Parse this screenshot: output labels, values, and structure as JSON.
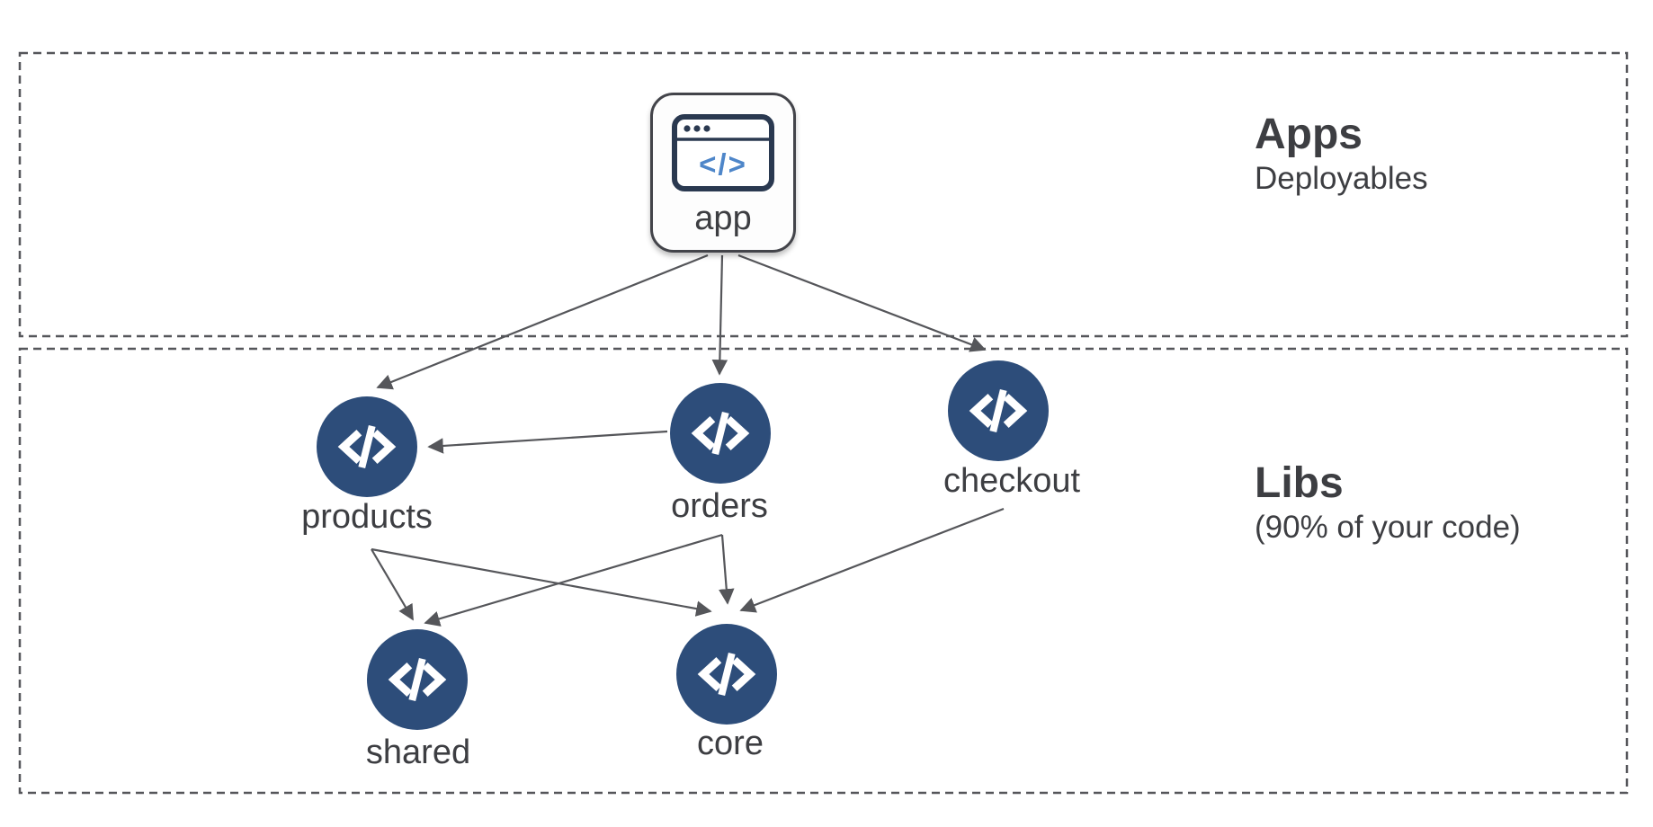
{
  "diagram": {
    "sections": {
      "apps": {
        "title": "Apps",
        "subtitle": "Deployables"
      },
      "libs": {
        "title": "Libs",
        "subtitle": "(90% of your code)"
      }
    },
    "app_node": {
      "label": "app",
      "icon": "browser-code-icon",
      "icon_text": "</>"
    },
    "nodes": [
      {
        "id": "products",
        "label": "products",
        "icon": "code-icon"
      },
      {
        "id": "orders",
        "label": "orders",
        "icon": "code-icon"
      },
      {
        "id": "checkout",
        "label": "checkout",
        "icon": "code-icon"
      },
      {
        "id": "shared",
        "label": "shared",
        "icon": "code-icon"
      },
      {
        "id": "core",
        "label": "core",
        "icon": "code-icon"
      }
    ],
    "edges": [
      {
        "from": "app",
        "to": "products",
        "points": [
          787,
          284,
          420,
          431
        ]
      },
      {
        "from": "app",
        "to": "orders",
        "points": [
          803,
          284,
          800,
          416
        ]
      },
      {
        "from": "app",
        "to": "checkout",
        "points": [
          821,
          284,
          1095,
          389
        ]
      },
      {
        "from": "orders",
        "to": "products",
        "points": [
          742,
          480,
          477,
          497
        ]
      },
      {
        "from": "products",
        "to": "shared",
        "points": [
          413,
          611,
          459,
          689
        ]
      },
      {
        "from": "products",
        "to": "core",
        "points": [
          413,
          611,
          790,
          680
        ]
      },
      {
        "from": "orders",
        "to": "shared",
        "points": [
          803,
          595,
          473,
          693
        ]
      },
      {
        "from": "orders",
        "to": "core",
        "points": [
          803,
          595,
          809,
          671
        ]
      },
      {
        "from": "checkout",
        "to": "core",
        "points": [
          1116,
          566,
          824,
          679
        ]
      }
    ],
    "colors": {
      "node_fill": "#2d4d7a",
      "edge_line": "#55565a",
      "box_border": "#55565a",
      "text": "#3d3e42",
      "icon_blue": "#4e86c9",
      "icon_border": "#2a3950"
    }
  }
}
